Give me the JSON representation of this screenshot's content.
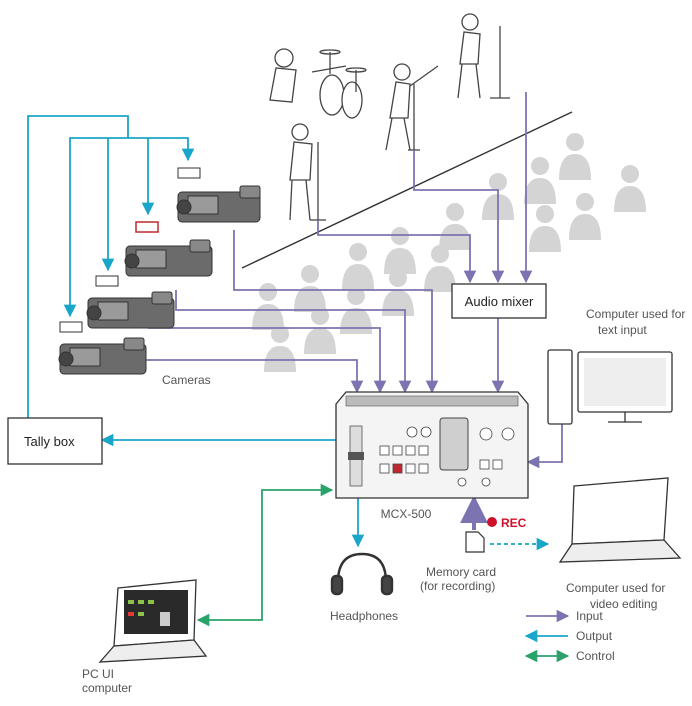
{
  "labels": {
    "tally_box": "Tally box",
    "audio_mixer": "Audio mixer",
    "cameras": "Cameras",
    "switcher": "MCX-500",
    "computer_text_1": "Computer used for",
    "computer_text_2": "text input",
    "headphones": "Headphones",
    "memory_card_1": "Memory card",
    "memory_card_2": "(for recording)",
    "rec": "REC",
    "computer_edit_1": "Computer used for",
    "computer_edit_2": "video editing",
    "pc_ui_1": "PC UI",
    "pc_ui_2": "computer"
  },
  "legend": [
    {
      "label": "Input",
      "color": "#7b74b0"
    },
    {
      "label": "Output",
      "color": "#1aa6c8"
    },
    {
      "label": "Control",
      "color": "#2aa36b"
    }
  ],
  "colors": {
    "input": "#7b74b0",
    "output": "#1aa6c8",
    "control": "#2aa36b",
    "tally_active": "#c0282d",
    "rec": "#d0112b"
  }
}
